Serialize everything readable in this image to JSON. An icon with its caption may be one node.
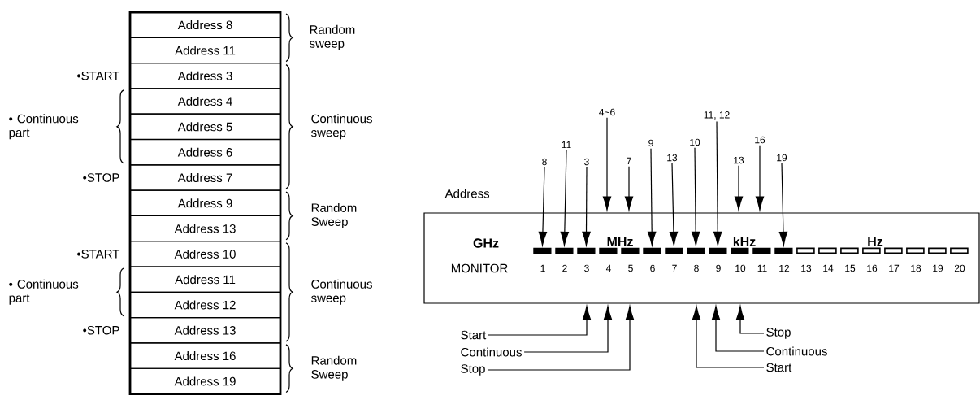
{
  "diagram": {
    "nodes": [
      {
        "text": [
          "Address 8"
        ]
      },
      {
        "text": [
          "Address 11"
        ]
      },
      {
        "text": [
          "Address 3"
        ]
      },
      {
        "text": [
          "Address 4"
        ]
      },
      {
        "text": [
          "Address 5"
        ]
      },
      {
        "text": [
          "Address 6"
        ]
      },
      {
        "text": [
          "Address 7"
        ]
      },
      {
        "text": [
          "Address 9"
        ]
      },
      {
        "text": [
          "Address 13"
        ]
      },
      {
        "text": [
          "Address 10"
        ]
      },
      {
        "text": [
          "Address 11"
        ]
      },
      {
        "text": [
          "Address 12"
        ]
      },
      {
        "text": [
          "Address 13"
        ]
      },
      {
        "text": [
          "Address 16"
        ]
      },
      {
        "text": [
          "Address 19"
        ]
      },
      {
        "text": [],
        "shape": "box"
      },
      {
        "text": [],
        "shape": "bar",
        "in": 15
      },
      {
        "text": [],
        "shape": "bar",
        "in": 15
      },
      {
        "text": [],
        "shape": "bar",
        "in": 15
      },
      {
        "text": [],
        "shape": "bar",
        "in": 15
      },
      {
        "text": [],
        "shape": "bar",
        "in": 15
      },
      {
        "text": [],
        "shape": "bar",
        "in": 15
      },
      {
        "text": [],
        "shape": "bar",
        "in": 15
      },
      {
        "text": [],
        "shape": "bar",
        "in": 15
      },
      {
        "text": [],
        "shape": "bar",
        "in": 15
      },
      {
        "text": [],
        "shape": "bar",
        "in": 15
      },
      {
        "text": [],
        "shape": "bar",
        "in": 15
      },
      {
        "text": [],
        "shape": "bar",
        "in": 15
      },
      {
        "text": [],
        "shape": "box",
        "in": 15
      },
      {
        "text": [],
        "shape": "box",
        "in": 15
      },
      {
        "text": [],
        "shape": "box",
        "in": 15
      },
      {
        "text": [],
        "shape": "box",
        "in": 15
      },
      {
        "text": [],
        "shape": "box",
        "in": 15
      },
      {
        "text": [],
        "shape": "box",
        "in": 15
      },
      {
        "text": [],
        "shape": "box",
        "in": 15
      },
      {
        "text": [],
        "shape": "box",
        "in": 15
      },
      {
        "text": [
          "8"
        ]
      },
      {
        "text": [
          "11"
        ]
      },
      {
        "text": [
          "3"
        ]
      },
      {
        "text": [
          "4~6"
        ]
      },
      {
        "text": [
          "7"
        ]
      },
      {
        "text": [
          "9"
        ]
      },
      {
        "text": [
          "13"
        ]
      },
      {
        "text": [
          "10"
        ]
      },
      {
        "text": [
          "11, 12"
        ]
      },
      {
        "text": [
          "13"
        ]
      },
      {
        "text": [
          "16"
        ]
      },
      {
        "text": [
          "19"
        ]
      },
      {
        "text": [
          "Start"
        ]
      },
      {
        "text": [
          "Continuous"
        ]
      },
      {
        "text": [
          "Stop"
        ]
      },
      {
        "text": [
          "Stop"
        ]
      },
      {
        "text": [
          "Continuous"
        ]
      },
      {
        "text": [
          "Start"
        ]
      }
    ],
    "edges": [
      {
        "from": 36,
        "to": 16,
        "arrow": "to"
      },
      {
        "from": 37,
        "to": 17,
        "arrow": "to"
      },
      {
        "from": 38,
        "to": 18,
        "arrow": "to"
      },
      {
        "from": 39,
        "to": 15,
        "arrow": "to"
      },
      {
        "from": 40,
        "to": 15,
        "arrow": "to"
      },
      {
        "from": 41,
        "to": 21,
        "arrow": "to"
      },
      {
        "from": 42,
        "to": 22,
        "arrow": "to"
      },
      {
        "from": 43,
        "to": 23,
        "arrow": "to"
      },
      {
        "from": 44,
        "to": 24,
        "arrow": "to"
      },
      {
        "from": 45,
        "to": 15,
        "arrow": "to"
      },
      {
        "from": 46,
        "to": 15,
        "arrow": "to"
      },
      {
        "from": 47,
        "to": 27,
        "arrow": "to"
      },
      {
        "from": 48,
        "to": 15,
        "arrow": "to"
      },
      {
        "from": 49,
        "to": 15,
        "arrow": "to"
      },
      {
        "from": 50,
        "to": 15,
        "arrow": "to"
      },
      {
        "from": 51,
        "to": 15,
        "arrow": "to"
      },
      {
        "from": 52,
        "to": 15,
        "arrow": "to"
      },
      {
        "from": 53,
        "to": 15,
        "arrow": "to"
      }
    ],
    "labels": [
      "Random sweep",
      "•START",
      "• Continuous part",
      "Continuous sweep",
      "•STOP",
      "Random Sweep",
      "•START",
      "• Continuous part",
      "Continuous sweep",
      "•STOP",
      "Random Sweep",
      "Address",
      "GHz",
      "MHz",
      "kHz",
      "Hz",
      "MONITOR",
      "1",
      "2",
      "3",
      "4",
      "5",
      "6",
      "7",
      "8",
      "9",
      "10",
      "11",
      "12",
      "13",
      "14",
      "15",
      "16",
      "17",
      "18",
      "19",
      "20"
    ]
  }
}
